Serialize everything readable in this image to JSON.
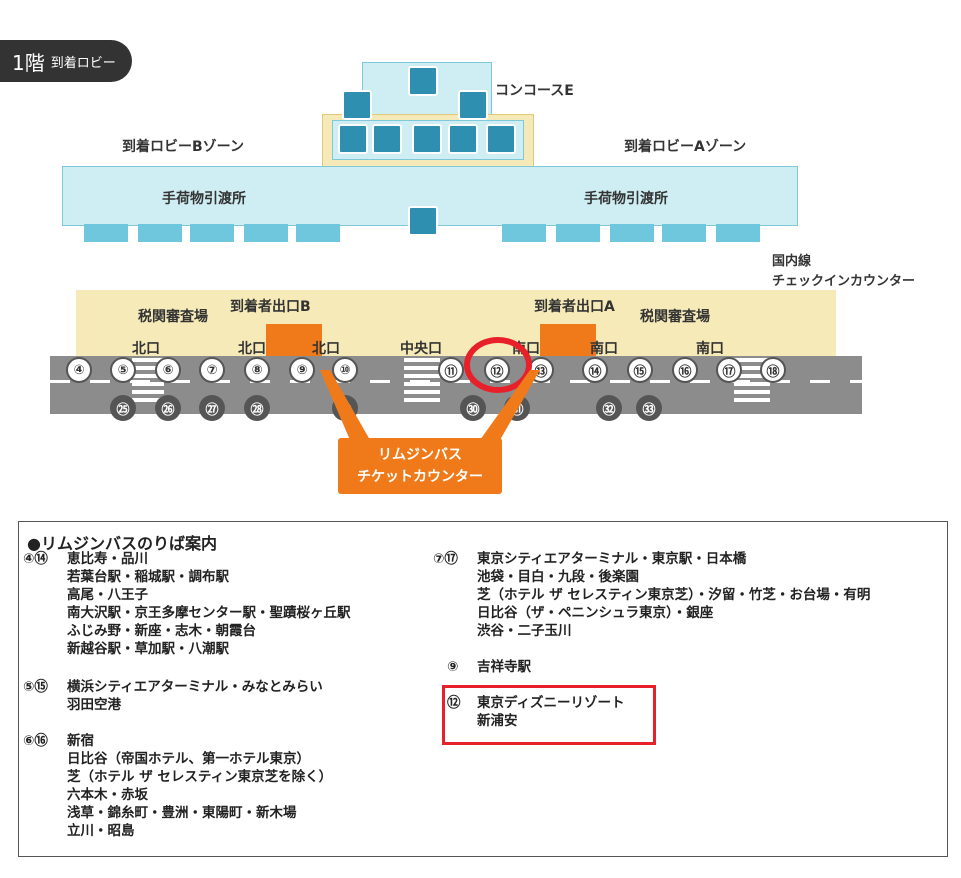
{
  "floor_tag": {
    "big": "1階",
    "small": "到着ロビー"
  },
  "concourse": "コンコースE",
  "zone_b": "到着ロビーBゾーン",
  "zone_a": "到着ロビーAゾーン",
  "baggage_left": "手荷物引渡所",
  "baggage_right": "手荷物引渡所",
  "domestic_checkin": [
    "国内線",
    "チェックインカウンター"
  ],
  "customs_left": "税関審査場",
  "customs_right": "税関審査場",
  "exit_b": "到着者出口B",
  "exit_a": "到着者出口A",
  "gates": {
    "north1": "北口",
    "north2": "北口",
    "north3": "北口",
    "central": "中央口",
    "south1": "南口",
    "south2": "南口",
    "south3": "南口"
  },
  "stops_row1": [
    "④",
    "⑤",
    "⑥",
    "⑦",
    "⑧",
    "⑨",
    "⑩",
    "⑪",
    "⑫",
    "⑬",
    "⑭",
    "⑮",
    "⑯",
    "⑰",
    "⑱"
  ],
  "stops_row2": [
    "㉕",
    "㉖",
    "㉗",
    "㉘",
    "㉙",
    "㉚",
    "㉛",
    "㉜",
    "㉝"
  ],
  "callout": [
    "リムジンバス",
    "チケットカウンター"
  ],
  "highlight_colors": {
    "red": "#e8202a",
    "orange": "#f07a1a",
    "cyan": "#6fc7de"
  },
  "legend": {
    "title": "●リムジンバスのりば案内",
    "routes": [
      {
        "num": "④⑭",
        "lines": [
          "恵比寿・品川",
          "若葉台駅・稲城駅・調布駅",
          "高尾・八王子",
          "南大沢駅・京王多摩センター駅・聖蹟桜ヶ丘駅",
          "ふじみ野・新座・志木・朝霞台",
          "新越谷駅・草加駅・八潮駅"
        ]
      },
      {
        "num": "⑤⑮",
        "lines": [
          "横浜シティエアターミナル・みなとみらい",
          "羽田空港"
        ]
      },
      {
        "num": "⑥⑯",
        "lines": [
          "新宿",
          "日比谷（帝国ホテル、第一ホテル東京）",
          "芝（ホテル ザ セレスティン東京芝を除く）",
          "六本木・赤坂",
          "浅草・錦糸町・豊洲・東陽町・新木場",
          "立川・昭島"
        ]
      },
      {
        "num": "⑦⑰",
        "lines": [
          "東京シティエアターミナル・東京駅・日本橋",
          "池袋・目白・九段・後楽園",
          "芝（ホテル ザ セレスティン東京芝）・汐留・竹芝・お台場・有明",
          "日比谷（ザ・ペニンシュラ東京）・銀座",
          "渋谷・二子玉川"
        ]
      },
      {
        "num": "⑨",
        "lines": [
          "吉祥寺駅"
        ]
      },
      {
        "num": "⑫",
        "lines": [
          "東京ディズニーリゾート",
          "新浦安"
        ]
      }
    ]
  }
}
